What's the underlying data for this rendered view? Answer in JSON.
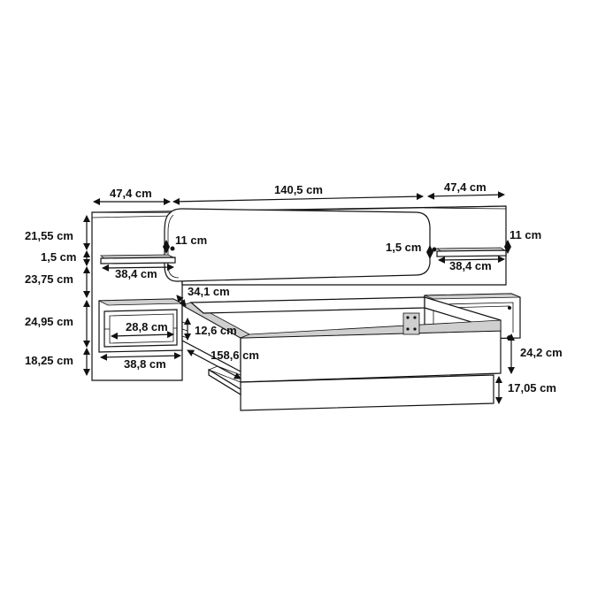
{
  "product": "bed with headboard, nightstands and shelves",
  "dimensions": {
    "shelf_width_left": "47,4 cm",
    "headboard_center_width": "140,5 cm",
    "shelf_width_right": "47,4 cm",
    "upper_panel_height": "21,55 cm",
    "shelf_thickness_left": "1,5 cm",
    "shelf_gap_height": "23,75 cm",
    "nightstand_height": "24,95 cm",
    "floor_gap_height": "18,25 cm",
    "shelf_depth_left": "11 cm",
    "shelf_inner_width_left": "38,4 cm",
    "shelf_thickness_right": "1,5 cm",
    "shelf_depth_right": "11 cm",
    "shelf_inner_width_right": "38,4 cm",
    "nightstand_depth": "34,1 cm",
    "drawer_inner_width": "28,8 cm",
    "drawer_height": "12,6 cm",
    "nightstand_width": "38,8 cm",
    "bed_length": "158,6 cm",
    "bed_frame_height": "24,2 cm",
    "bed_clearance": "17,05 cm"
  }
}
